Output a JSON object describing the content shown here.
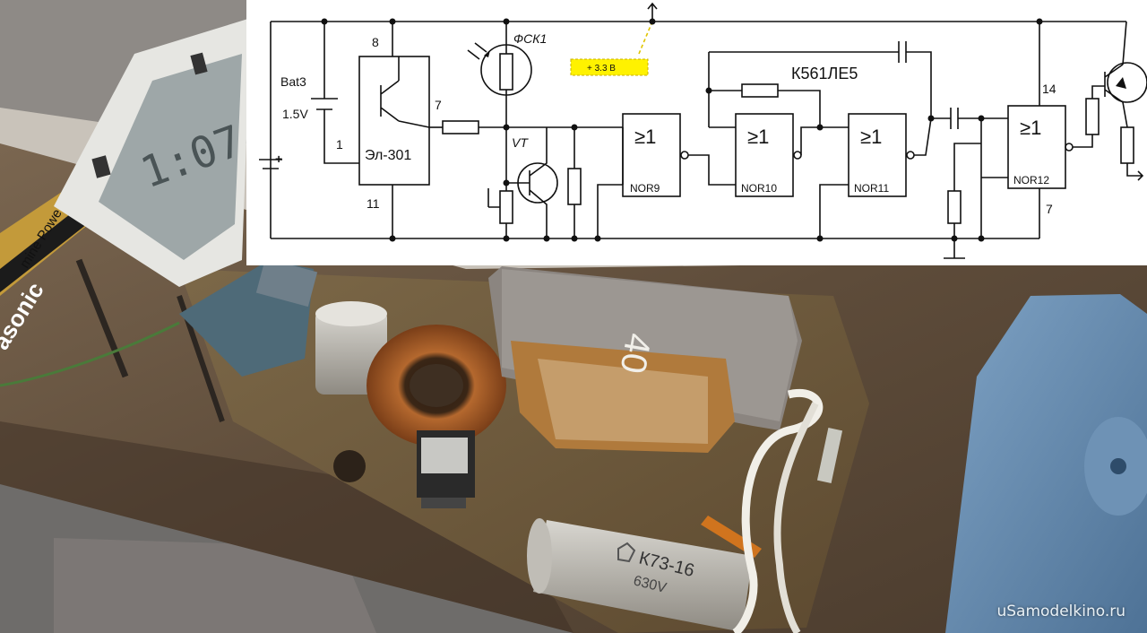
{
  "schematic": {
    "battery_label": "Bat3",
    "battery_voltage": "1.5V",
    "clock_chip": "Эл-301",
    "clock_pins": {
      "top": "8",
      "out": "7",
      "left": "1",
      "bottom": "11"
    },
    "photoresistor": "ФСК1",
    "transistor": "VT",
    "supply_note": "+ 3.3 В",
    "ic_name": "К561ЛЕ5",
    "gate_symbol": "≥1",
    "gates": [
      "NOR9",
      "NOR10",
      "NOR11",
      "NOR12"
    ],
    "ic_pins": {
      "vdd": "14",
      "gnd": "7"
    }
  },
  "photo": {
    "battery_brand": "asonic",
    "battery_type": "mine Powe",
    "lcd_digits": "1:07",
    "transformer_mark": "40",
    "capacitor_marking": "К73-16",
    "capacitor_voltage": "630V",
    "watermark": "uSamodelkino.ru"
  }
}
